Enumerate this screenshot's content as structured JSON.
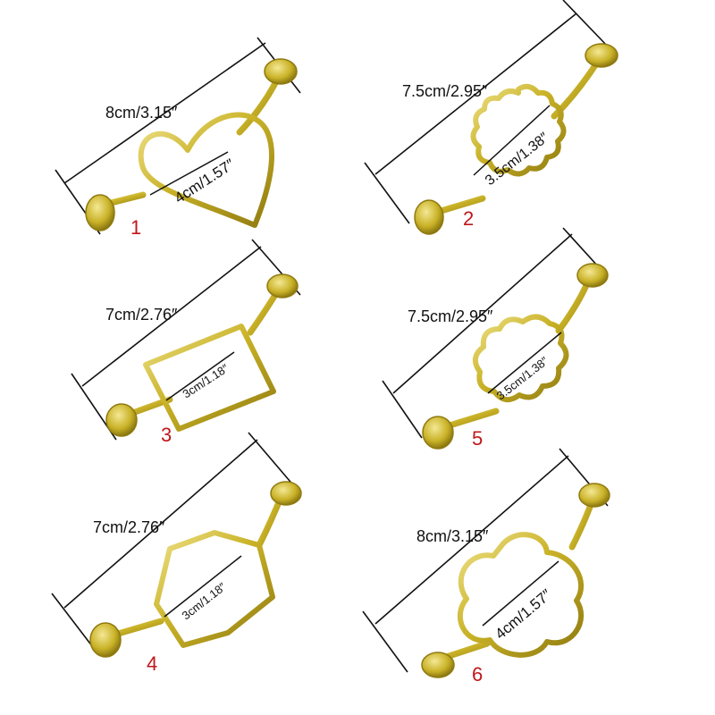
{
  "image": {
    "background": "#ffffff",
    "colors": {
      "metal_dark": "#9a8412",
      "metal_mid": "#c9b227",
      "metal_light": "#efe28a",
      "dimension_line": "#111111",
      "dimension_text": "#111111",
      "number_label": "#c0171b"
    },
    "items": [
      {
        "number": "1",
        "shape": "heart",
        "overall": "8cm/3.15″",
        "inner": "4cm/1.57″"
      },
      {
        "number": "2",
        "shape": "scalloped-circle",
        "overall": "7.5cm/2.95″",
        "inner": "3.5cm/1.38″"
      },
      {
        "number": "3",
        "shape": "square",
        "overall": "7cm/2.76″",
        "inner": "3cm/1.18″"
      },
      {
        "number": "5",
        "shape": "flower",
        "overall": "7.5cm/2.95″",
        "inner": "3.5cm/1.38″"
      },
      {
        "number": "4",
        "shape": "hexagon",
        "overall": "7cm/2.76″",
        "inner": "3cm/1.18″"
      },
      {
        "number": "6",
        "shape": "quatrefoil",
        "overall": "8cm/3.15″",
        "inner": "4cm/1.57″"
      }
    ]
  }
}
